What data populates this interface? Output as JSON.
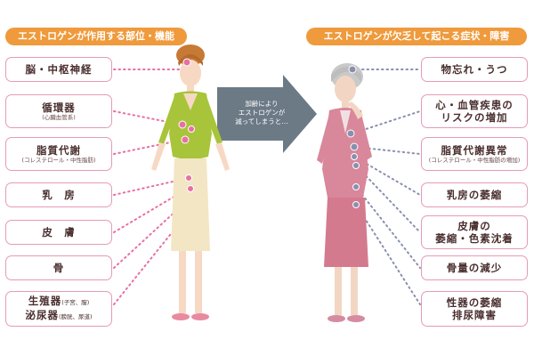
{
  "left_header": "エストロゲンが作用する部位・機能",
  "right_header": "エストロゲンが欠乏して起こる症状・障害",
  "arrow_text": [
    "加齢により",
    "エストロゲンが",
    "減ってしまうと…"
  ],
  "left_items": [
    {
      "title": "脳・中枢神経"
    },
    {
      "title": "循環器",
      "sub": "(心臓血管系)"
    },
    {
      "title": "脂質代謝",
      "sub": "(コレステロール・中性脂肪)"
    },
    {
      "title": "乳　房"
    },
    {
      "title": "皮　膚"
    },
    {
      "title": "骨"
    },
    {
      "title_lines": [
        {
          "main": "生殖器",
          "small": "(子宮、膣)"
        },
        {
          "main": "泌尿器",
          "small": "(膀胱、尿道)"
        }
      ]
    }
  ],
  "right_items": [
    {
      "lines": [
        "物忘れ・うつ"
      ]
    },
    {
      "lines": [
        "心・血管疾患の",
        "リスクの増加"
      ]
    },
    {
      "lines": [
        "脂質代謝異常"
      ],
      "sub": "(コレステロール・中性脂肪の増加)"
    },
    {
      "lines": [
        "乳房の萎縮"
      ]
    },
    {
      "lines": [
        "皮膚の",
        "萎縮・色素沈着"
      ]
    },
    {
      "lines": [
        "骨量の減少"
      ]
    },
    {
      "lines": [
        "性器の萎縮",
        "排尿障害"
      ]
    }
  ],
  "colors": {
    "header": "#ef9a3c",
    "box_border": "#e69ab7",
    "dots": "#e86fa3",
    "right_dots": "#8a8fb0",
    "arrow": "#6c7a86",
    "young_top": "#a8c43a",
    "young_skirt": "#f3e6c4",
    "old_suit": "#d9879a"
  }
}
